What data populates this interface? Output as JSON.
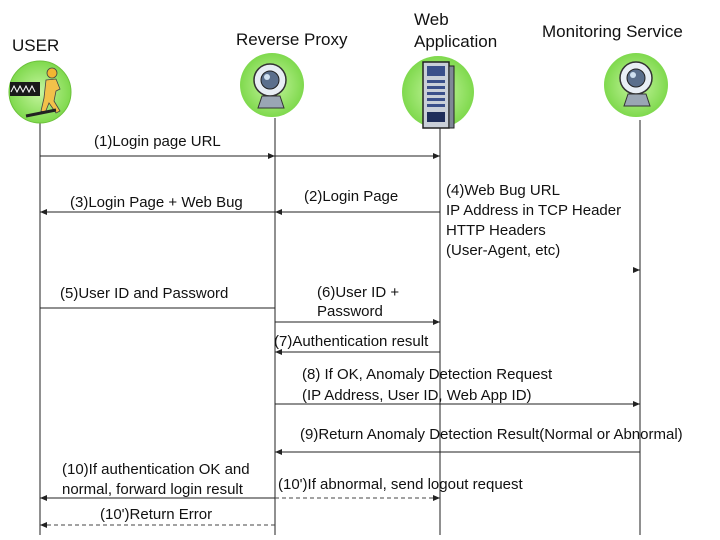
{
  "actors": {
    "user": "USER",
    "proxy": "Reverse Proxy",
    "webapp_line1": "Web",
    "webapp_line2": "Application",
    "monitor": "Monitoring Service"
  },
  "messages": {
    "m1": "(1)Login page URL",
    "m2": "(2)Login Page",
    "m3": "(3)Login Page + Web Bug",
    "m4_1": "(4)Web Bug URL",
    "m4_2": "IP Address in TCP Header",
    "m4_3": "HTTP Headers",
    "m4_4": "(User-Agent, etc)",
    "m5": "(5)User ID and Password",
    "m6_1": "(6)User ID +",
    "m6_2": "Password",
    "m7": "(7)Authentication result",
    "m8_1": "(8) If OK,  Anomaly Detection Request",
    "m8_2": "(IP Address, User ID, Web App ID)",
    "m9": "(9)Return Anomaly Detection Result(Normal or Abnormal)",
    "m10_1": "(10)If authentication OK and",
    "m10_2": "normal, forward login result",
    "m10p": "(10')If abnormal, send logout request",
    "m10p_err": "(10')Return Error"
  },
  "icons": {
    "user": "person-walking-icon",
    "proxy": "webcam-icon",
    "webapp": "server-tower-icon",
    "monitor": "webcam-icon"
  },
  "colors": {
    "circle": "#8fe05a",
    "line": "#222222",
    "dashed": "#444444"
  }
}
